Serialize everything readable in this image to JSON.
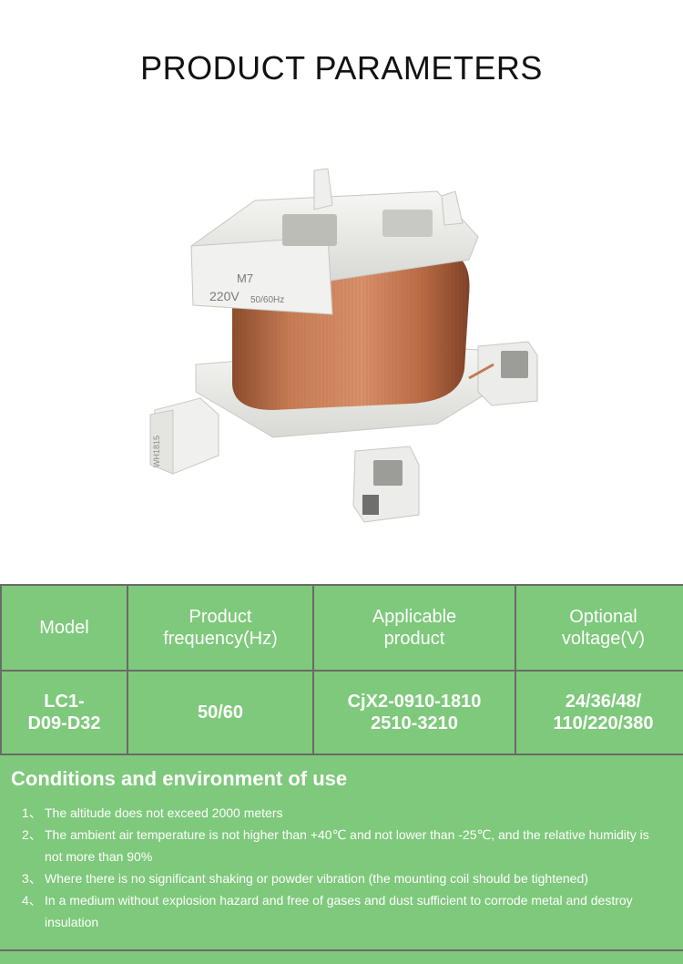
{
  "header": {
    "title": "PRODUCT PARAMETERS"
  },
  "product_image": {
    "icon": "contactor-coil-photo",
    "label_model": "M7",
    "label_voltage": "220V",
    "label_freq": "50/60Hz",
    "side_code": "WH1815",
    "copper_color": "#b86a44",
    "plastic_color": "#eeeeec"
  },
  "params_table": {
    "headers": [
      "Model",
      "Product frequency(Hz)",
      "Applicable product",
      "Optional voltage(V)"
    ],
    "header_lines": {
      "model": [
        "Model"
      ],
      "frequency": [
        "Product",
        "frequency(Hz)"
      ],
      "applicable": [
        "Applicable",
        "product"
      ],
      "voltage": [
        "Optional",
        "voltage(V)"
      ]
    },
    "values": {
      "model": [
        "LC1-",
        "D09-D32"
      ],
      "frequency": [
        "50/60"
      ],
      "applicable": [
        "CjX2-0910-1810",
        "2510-3210"
      ],
      "voltage": [
        "24/36/48/",
        "110/220/380"
      ]
    }
  },
  "conditions": {
    "title": "Conditions and environment of use",
    "items": [
      {
        "num": "1、",
        "text": "The altitude does not exceed 2000 meters"
      },
      {
        "num": "2、",
        "text": "The ambient air temperature is not higher than +40℃ and not lower than -25℃, and the relative humidity is not more than 90%"
      },
      {
        "num": "3、",
        "text": "Where there is no significant shaking or powder vibration (the mounting coil should be tightened)"
      },
      {
        "num": "4、",
        "text": "In a medium without explosion hazard and free of gases and dust sufficient to corrode metal and destroy insulation"
      }
    ]
  },
  "theme": {
    "accent_green": "#7ec97b",
    "border_gray": "#6a6a6a",
    "text_white": "#ffffff"
  }
}
